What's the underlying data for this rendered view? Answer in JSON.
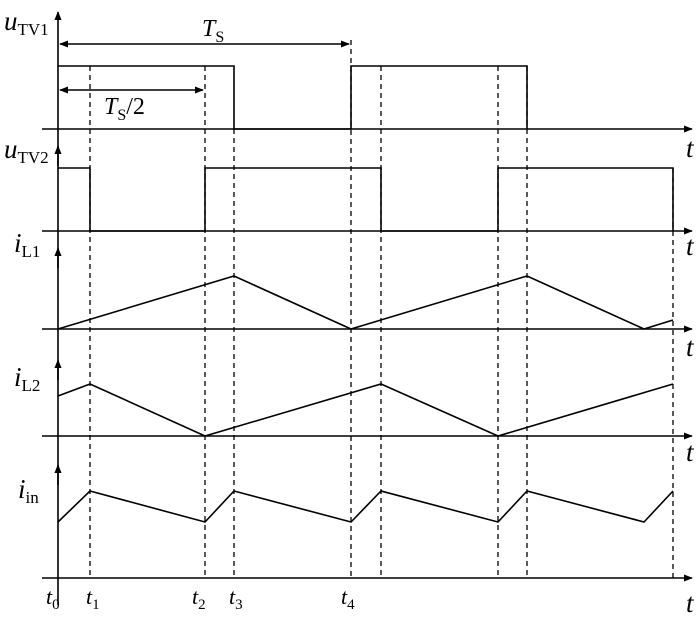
{
  "signals": [
    {
      "sym": "u",
      "sub": "TV1"
    },
    {
      "sym": "u",
      "sub": "TV2"
    },
    {
      "sym": "i",
      "sub": "L1"
    },
    {
      "sym": "i",
      "sub": "L2"
    },
    {
      "sym": "i",
      "sub": "in"
    }
  ],
  "axis_label": "t",
  "time_ticks": [
    {
      "sym": "t",
      "sub": "0"
    },
    {
      "sym": "t",
      "sub": "1"
    },
    {
      "sym": "t",
      "sub": "2"
    },
    {
      "sym": "t",
      "sub": "3"
    },
    {
      "sym": "t",
      "sub": "4"
    }
  ],
  "period_full": {
    "sym": "T",
    "sub": "S",
    "suffix": ""
  },
  "period_half": {
    "sym": "T",
    "sub": "S",
    "suffix": "/2"
  }
}
